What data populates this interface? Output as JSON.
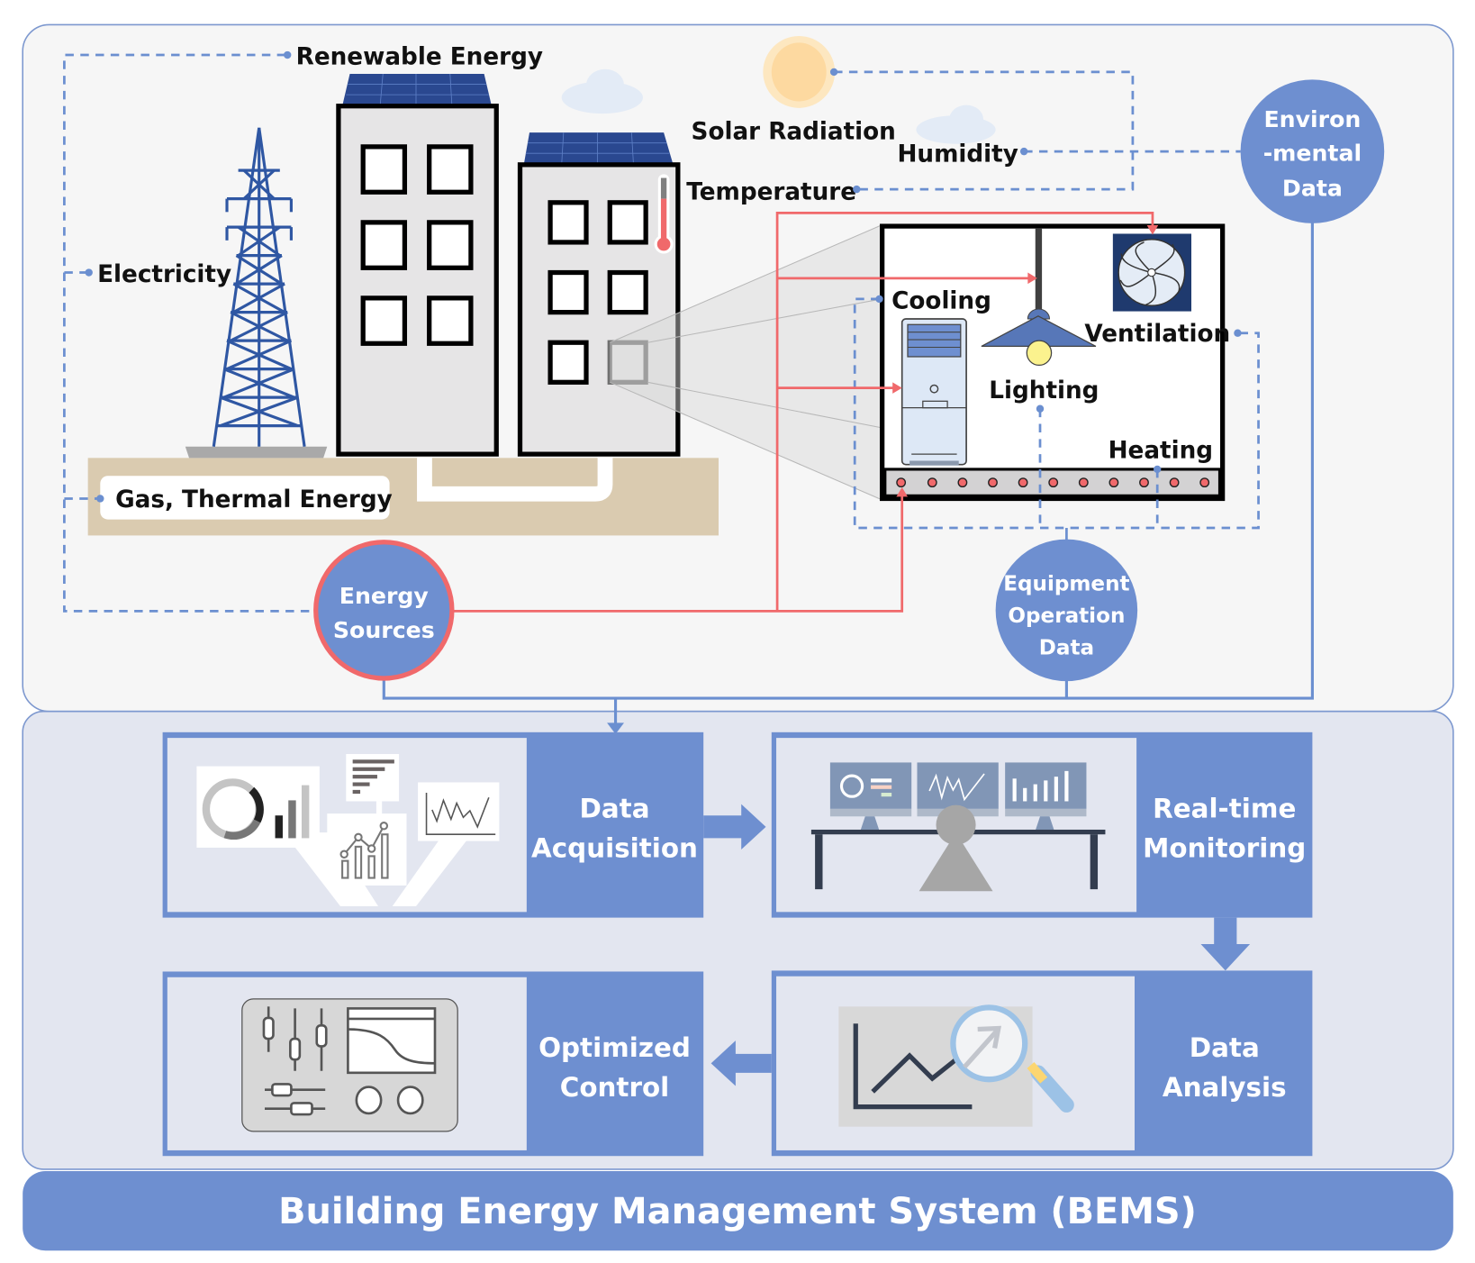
{
  "colors": {
    "accent_blue": "#6e8fd0",
    "energy_red": "#f0696b",
    "top_panel_bg": "#f6f6f6",
    "bottom_panel_bg": "#e3e6f0",
    "ground": "#dacbb0",
    "solar_panel": "#2a4890",
    "sun": "#fdd9a0"
  },
  "environment": {
    "labels": {
      "renewable_energy": "Renewable  Energy",
      "electricity": "Electricity",
      "gas_thermal": "Gas,  Thermal  Energy",
      "solar_radiation": "Solar  Radiation",
      "humidity": "Humidity",
      "temperature": "Temperature"
    },
    "nodes": {
      "energy_sources": [
        "Energy",
        "Sources"
      ],
      "environmental_data": [
        "Environ",
        "-mental",
        "Data"
      ],
      "equipment_data": [
        "Equipment",
        "Operation",
        "Data"
      ]
    },
    "room": {
      "cooling": "Cooling",
      "lighting": "Lighting",
      "ventilation": "Ventilation",
      "heating": "Heating"
    },
    "icons": [
      "transmission-tower-icon",
      "building-icon",
      "solar-panel-icon",
      "thermometer-icon",
      "sun-icon",
      "cloud-icon",
      "air-conditioner-icon",
      "ceiling-lamp-icon",
      "fan-icon",
      "floor-heating-icon"
    ]
  },
  "process": {
    "steps": [
      {
        "title": [
          "Data",
          "Acquisition"
        ],
        "icon": "charts-collection-icon"
      },
      {
        "title": [
          "Real-time",
          "Monitoring"
        ],
        "icon": "operator-monitors-icon"
      },
      {
        "title": [
          "Data",
          "Analysis"
        ],
        "icon": "magnifier-chart-icon"
      },
      {
        "title": [
          "Optimized",
          "Control"
        ],
        "icon": "control-panel-icon"
      }
    ]
  },
  "footer": {
    "title": "Building Energy Management System (BEMS)"
  }
}
